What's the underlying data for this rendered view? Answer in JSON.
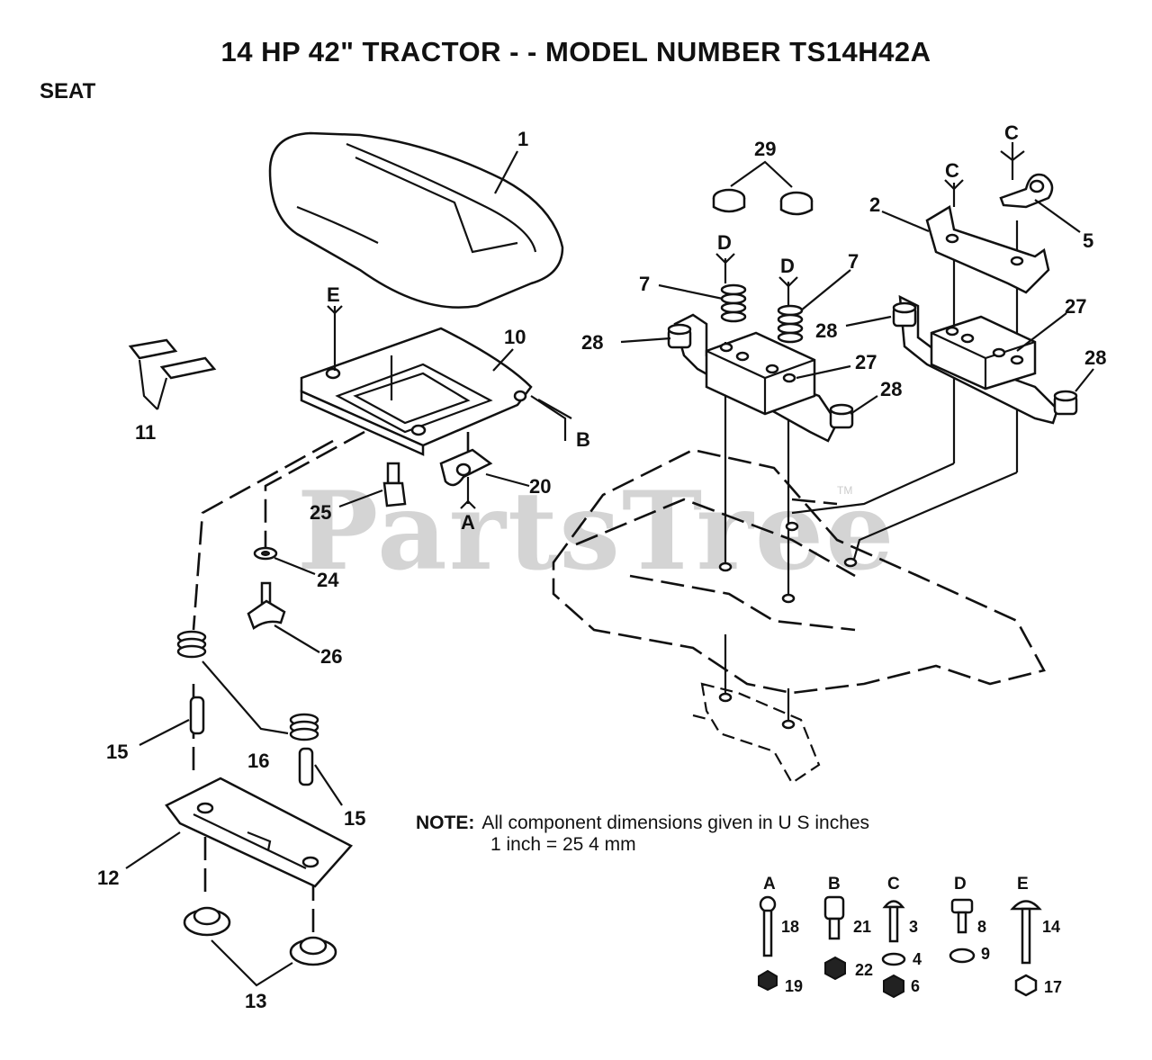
{
  "title": "14 HP 42\" TRACTOR - - MODEL NUMBER TS14H42A",
  "section": "SEAT",
  "note": {
    "label": "NOTE:",
    "line1": "All component dimensions given in U S  inches",
    "line2": "1 inch = 25 4 mm"
  },
  "watermark": "PartsTree",
  "trademark": "TM",
  "callouts": {
    "c1": "1",
    "c2": "2",
    "c5": "5",
    "c7a": "7",
    "c7b": "7",
    "c10": "10",
    "c11": "11",
    "c12": "12",
    "c13": "13",
    "c15a": "15",
    "c15b": "15",
    "c16": "16",
    "c20": "20",
    "c24": "24",
    "c25": "25",
    "c26": "26",
    "c27a": "27",
    "c27b": "27",
    "c28a": "28",
    "c28b": "28",
    "c28c": "28",
    "c28d": "28",
    "c29": "29"
  },
  "refs": {
    "E": "E",
    "B": "B",
    "A": "A",
    "Da": "D",
    "Db": "D",
    "Ca": "C",
    "Cb": "C"
  },
  "hardware": [
    {
      "group": "A",
      "parts": [
        "18",
        "19"
      ]
    },
    {
      "group": "B",
      "parts": [
        "21",
        "22"
      ]
    },
    {
      "group": "C",
      "parts": [
        "3",
        "4",
        "6"
      ]
    },
    {
      "group": "D",
      "parts": [
        "8",
        "9"
      ]
    },
    {
      "group": "E",
      "parts": [
        "14",
        "17"
      ]
    }
  ]
}
